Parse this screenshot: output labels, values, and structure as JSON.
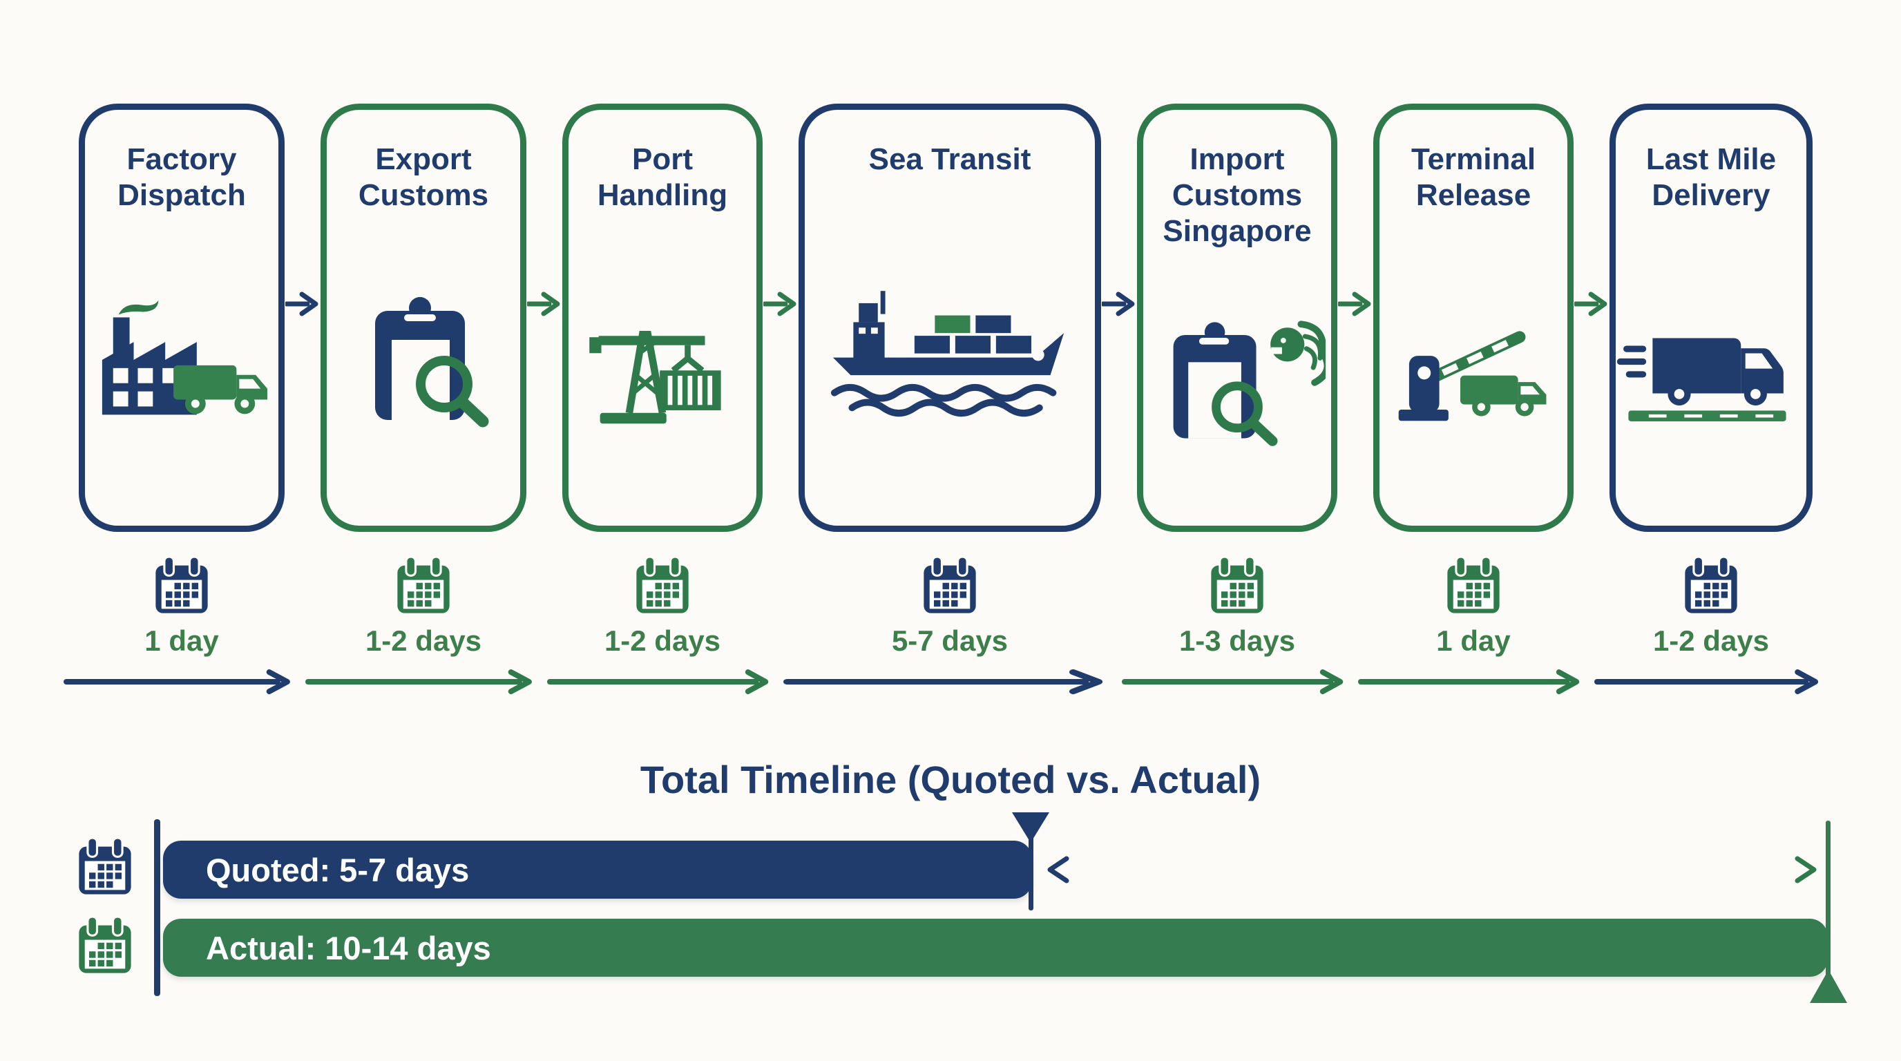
{
  "colors": {
    "navy": "#1f3c6d",
    "green": "#2f7a4b",
    "green_bar": "#357c50",
    "duration_text_green": "#3d7f4a",
    "bar_label_white": "#ffffff",
    "background": "#fcfbf8"
  },
  "stages": [
    {
      "title": "Factory Dispatch",
      "duration": "1 day",
      "theme": "navy",
      "icon": "factory-truck-icon"
    },
    {
      "title": "Export Customs",
      "duration": "1-2 days",
      "theme": "green",
      "icon": "clipboard-search-icon"
    },
    {
      "title": "Port Handling",
      "duration": "1-2 days",
      "theme": "green",
      "icon": "crane-container-icon"
    },
    {
      "title": "Sea Transit",
      "duration": "5-7 days",
      "theme": "navy",
      "icon": "container-ship-icon"
    },
    {
      "title": "Import Customs Singapore",
      "duration": "1-3 days",
      "theme": "green",
      "icon": "clipboard-merlion-icon"
    },
    {
      "title": "Terminal Release",
      "duration": "1 day",
      "theme": "green",
      "icon": "barrier-truck-icon"
    },
    {
      "title": "Last Mile Delivery",
      "duration": "1-2 days",
      "theme": "navy",
      "icon": "delivery-van-icon"
    }
  ],
  "summary": {
    "title": "Total Timeline (Quoted vs. Actual)",
    "quoted_label": "Quoted: 5-7 days",
    "actual_label": "Actual: 10-14 days"
  }
}
